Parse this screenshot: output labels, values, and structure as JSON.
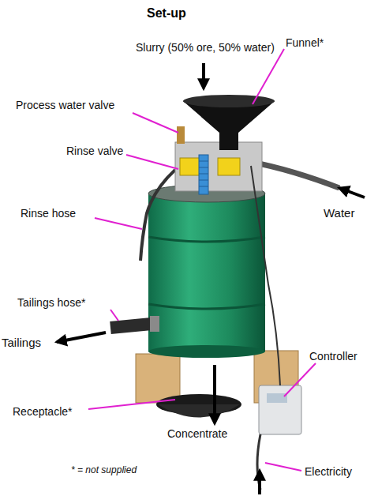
{
  "diagram": {
    "title": "Set-up",
    "labels": [
      "Slurry (50% ore, 50% water)",
      "Funnel*",
      "Process water valve",
      "Rinse valve",
      "Water",
      "Rinse hose",
      "Tailings hose*",
      "Tailings",
      "Controller",
      "Receptacle*",
      "Concentrate",
      "* = not supplied",
      "Electricity"
    ]
  }
}
